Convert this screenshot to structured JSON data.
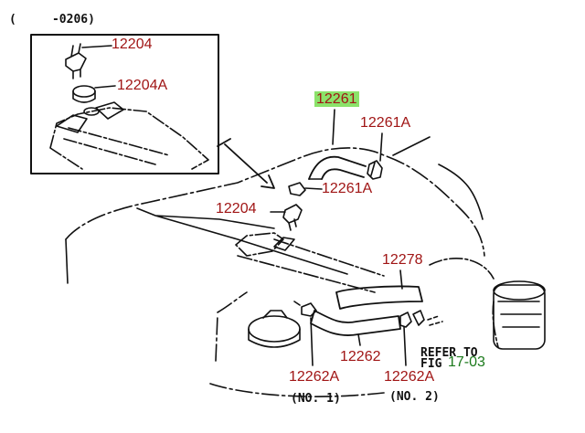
{
  "inset": {
    "header": "(     -0206)"
  },
  "labels": {
    "inset_12204": "12204",
    "inset_12204A": "12204A",
    "p12261": "12261",
    "p12261A_top": "12261A",
    "p12261A_mid": "12261A",
    "p12204": "12204",
    "p12278": "12278",
    "p12262": "12262",
    "p12262A_1": "12262A",
    "p12262A_2": "12262A",
    "no1": "(NO. 1)",
    "no2": "(NO. 2)",
    "refer_to": "REFER TO",
    "fig": "FIG",
    "fig_num": "17-03"
  },
  "colors": {
    "part_label": "#a01515",
    "link_label": "#1c7a1c",
    "highlight": "#8be26a",
    "line": "#111111"
  }
}
